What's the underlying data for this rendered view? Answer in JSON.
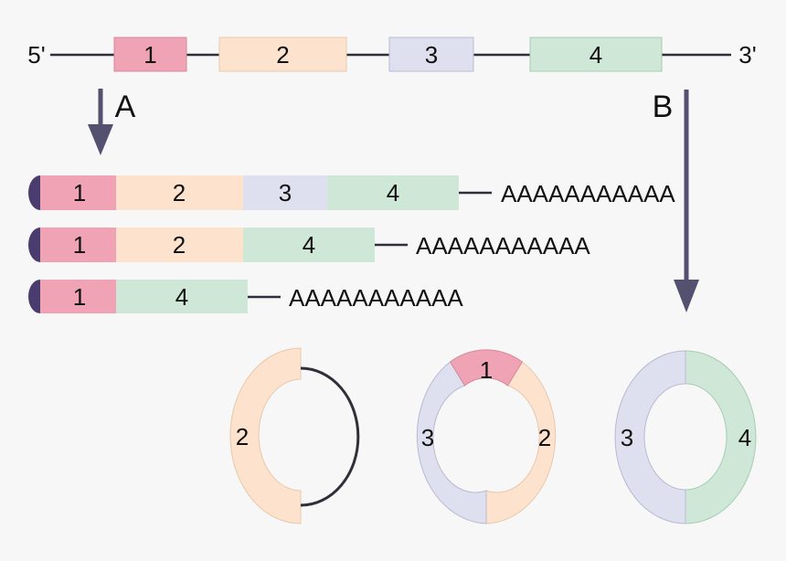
{
  "gene": {
    "five_prime": "5'",
    "three_prime": "3'",
    "exons": [
      "1",
      "2",
      "3",
      "4"
    ]
  },
  "pathways": {
    "a": "A",
    "b": "B"
  },
  "linear_transcripts": [
    {
      "exons": [
        "1",
        "2",
        "3",
        "4"
      ],
      "poly_a": "AAAAAAAAAAA"
    },
    {
      "exons": [
        "1",
        "2",
        "4"
      ],
      "poly_a": "AAAAAAAAAAA"
    },
    {
      "exons": [
        "1",
        "4"
      ],
      "poly_a": "AAAAAAAAAAA"
    }
  ],
  "circular_products": [
    {
      "exons": [
        "2"
      ]
    },
    {
      "exons": [
        "1",
        "2",
        "3"
      ]
    },
    {
      "exons": [
        "3",
        "4"
      ]
    }
  ],
  "colors": {
    "exon_1": "#f0a3b4",
    "exon_2": "#fde3cd",
    "exon_3": "#dfe0ef",
    "exon_4": "#cfe7d6",
    "cap": "#4b3c6f",
    "line": "#2f2f3a",
    "arrow": "#545070"
  }
}
